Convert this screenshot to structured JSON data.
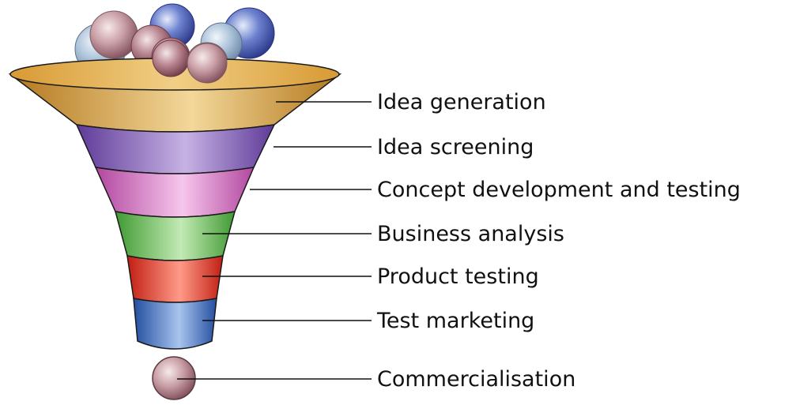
{
  "stages": [
    {
      "label": "Idea generation",
      "color": "#e0a83a"
    },
    {
      "label": "Idea screening",
      "color": "#8560b8"
    },
    {
      "label": "Concept development and testing",
      "color": "#dc7ccb"
    },
    {
      "label": "Business analysis",
      "color": "#6cc056"
    },
    {
      "label": "Product testing",
      "color": "#e8382b"
    },
    {
      "label": "Test marketing",
      "color": "#3d6dc4"
    },
    {
      "label": "Commercialisation",
      "color": "#c6a0a4"
    }
  ]
}
